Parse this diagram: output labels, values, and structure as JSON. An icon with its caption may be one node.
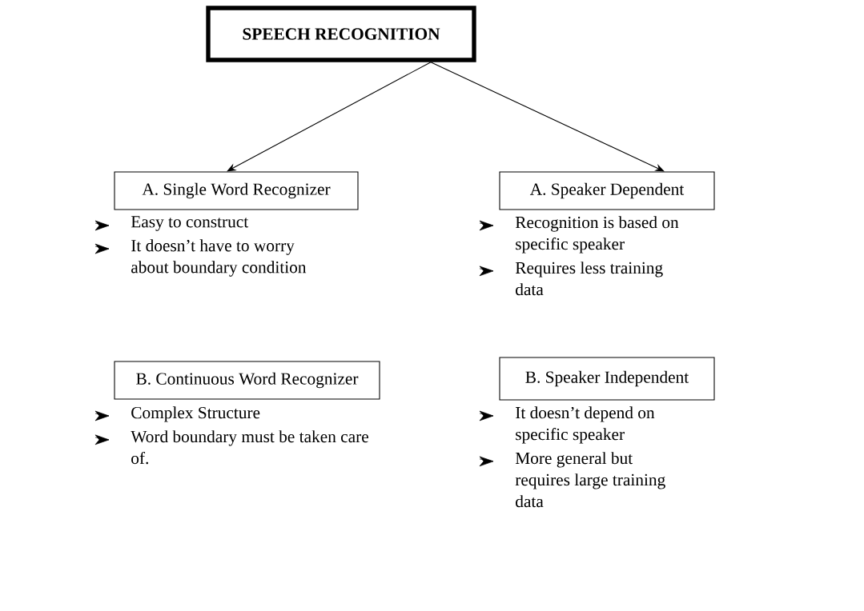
{
  "diagram": {
    "nodes": [
      {
        "text": [
          "SPEECH RECOGNITION"
        ]
      },
      {
        "text": [
          "A.  Single Word Recognizer"
        ],
        "beside": [
          "Easy to construct",
          "It doesn’t have to worry about boundary condition"
        ]
      },
      {
        "text": [
          "A.  Speaker Dependent"
        ],
        "beside": [
          "Recognition is based on specific speaker",
          "Requires less training data"
        ]
      },
      {
        "text": [
          "B.  Continuous Word Recognizer"
        ],
        "beside": [
          "Complex Structure",
          "Word boundary must be taken care of."
        ]
      },
      {
        "text": [
          "B.  Speaker Independent"
        ],
        "beside": [
          "It doesn’t depend on specific speaker",
          "More general but requires large training data"
        ]
      }
    ],
    "edges": [
      {
        "from": 0,
        "to": 1,
        "arrow": "to"
      },
      {
        "from": 0,
        "to": 2,
        "arrow": "to"
      }
    ]
  }
}
